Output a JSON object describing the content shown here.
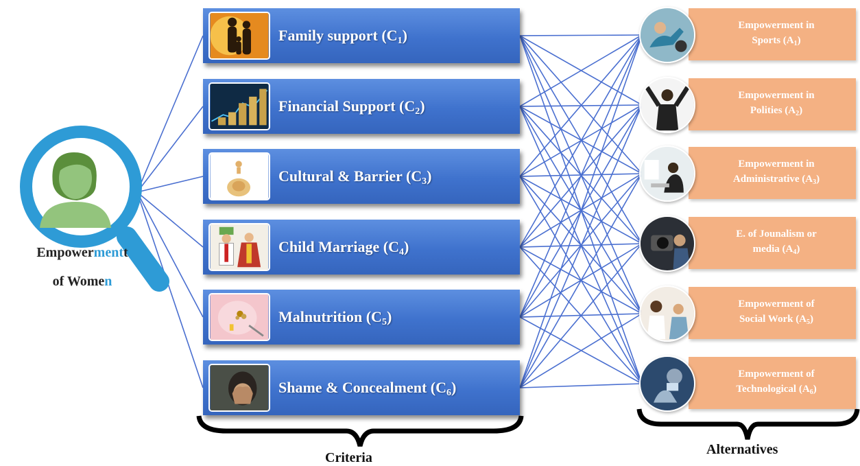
{
  "center": {
    "line1_a": "Empower",
    "line1_b": "ment",
    "line2_a": "of Wome",
    "line2_b": "n"
  },
  "criteria_label": "Criteria",
  "alternatives_label": "Alternatives",
  "criteria": [
    {
      "label": "Family support (C",
      "sub": "1",
      "close": ")",
      "icon": "family-silhouette-icon"
    },
    {
      "label": "Financial Support (C",
      "sub": "2",
      "close": ")",
      "icon": "coins-chart-icon"
    },
    {
      "label": "Cultural & Barrier (C",
      "sub": "3",
      "close": ")",
      "icon": "figurine-icon"
    },
    {
      "label": "Child Marriage (C",
      "sub": "4",
      "close": ")",
      "icon": "wedding-couple-icon"
    },
    {
      "label": "Malnutrition (C",
      "sub": "5",
      "close": ")",
      "icon": "empty-plate-icon"
    },
    {
      "label": "Shame & Concealment (C",
      "sub": "6",
      "close": ")",
      "icon": "hiding-face-icon"
    }
  ],
  "alternatives": [
    {
      "line1": "Empowerment in",
      "line2": "Sports (A",
      "sub": "1",
      "close": ")",
      "icon": "sports-photo-icon"
    },
    {
      "line1": "Empowerment in",
      "line2": "Polities (A",
      "sub": "2",
      "close": ")",
      "icon": "politics-photo-icon"
    },
    {
      "line1": "Empowerment in",
      "line2": "Administrative (A",
      "sub": "3",
      "close": ")",
      "icon": "office-photo-icon"
    },
    {
      "line1": "E. of Jounalism or",
      "line2": "media  (A",
      "sub": "4",
      "close": ")",
      "icon": "camera-photo-icon"
    },
    {
      "line1": "Empowerment of",
      "line2": "Social Work (A",
      "sub": "5",
      "close": ")",
      "icon": "social-work-photo-icon"
    },
    {
      "line1": "Empowerment of",
      "line2": "Technological (A",
      "sub": "6",
      "close": ")",
      "icon": "technology-photo-icon"
    }
  ],
  "colors": {
    "criteria_box": "#3f72cd",
    "alternative_box": "#f4b183",
    "connector": "#4a6fd0",
    "magnifier": "#2e9bd6",
    "person": "#93c47d"
  }
}
